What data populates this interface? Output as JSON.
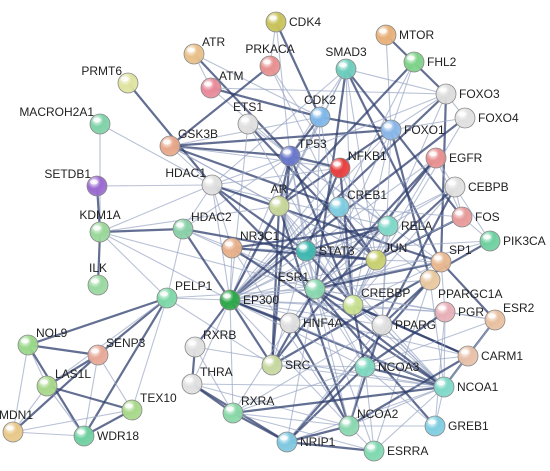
{
  "colors": {
    "edge": "#2f3f6e",
    "edge_light": "#9aa6c4",
    "label": "#222222",
    "background": "#ffffff"
  },
  "nodes": [
    {
      "id": "CDK4",
      "label": "CDK4",
      "color": "#c8c35a"
    },
    {
      "id": "MTOR",
      "label": "MTOR",
      "color": "#e8b07a"
    },
    {
      "id": "ATR",
      "label": "ATR",
      "color": "#e8c08a"
    },
    {
      "id": "PRKACA",
      "label": "PRKACA",
      "color": "#e89090"
    },
    {
      "id": "SMAD3",
      "label": "SMAD3",
      "color": "#6fcdbd"
    },
    {
      "id": "FHL2",
      "label": "FHL2",
      "color": "#7fd28a"
    },
    {
      "id": "PRMT6",
      "label": "PRMT6",
      "color": "#dfe3a0"
    },
    {
      "id": "ATM",
      "label": "ATM",
      "color": "#e88a9a"
    },
    {
      "id": "FOXO3",
      "label": "FOXO3",
      "color": "#dddddd"
    },
    {
      "id": "MACROH2A1",
      "label": "MACROH2A1",
      "color": "#7fd2a8"
    },
    {
      "id": "ETS1",
      "label": "ETS1",
      "color": "#e0e0e0"
    },
    {
      "id": "CDK2",
      "label": "CDK2",
      "color": "#7fb7e8"
    },
    {
      "id": "FOXO4",
      "label": "FOXO4",
      "color": "#e0e0e0"
    },
    {
      "id": "GSK3B",
      "label": "GSK3B",
      "color": "#e8a88a"
    },
    {
      "id": "FOXO1",
      "label": "FOXO1",
      "color": "#8ab7e8"
    },
    {
      "id": "TP53",
      "label": "TP53",
      "color": "#6a78cc"
    },
    {
      "id": "NFKB1",
      "label": "NFKB1",
      "color": "#e84040"
    },
    {
      "id": "EGFR",
      "label": "EGFR",
      "color": "#e89090"
    },
    {
      "id": "SETDB1",
      "label": "SETDB1",
      "color": "#9a6ad0"
    },
    {
      "id": "HDAC1",
      "label": "HDAC1",
      "color": "#e0e0e0"
    },
    {
      "id": "CEBPB",
      "label": "CEBPB",
      "color": "#e0e0e0"
    },
    {
      "id": "CREB1",
      "label": "CREB1",
      "color": "#7fcde0"
    },
    {
      "id": "AR",
      "label": "AR",
      "color": "#c8d89a"
    },
    {
      "id": "FOS",
      "label": "FOS",
      "color": "#e89a9a"
    },
    {
      "id": "KDM1A",
      "label": "KDM1A",
      "color": "#9ad89a"
    },
    {
      "id": "HDAC2",
      "label": "HDAC2",
      "color": "#8ad0a8"
    },
    {
      "id": "RELA",
      "label": "RELA",
      "color": "#7fd8c8"
    },
    {
      "id": "PIK3CA",
      "label": "PIK3CA",
      "color": "#6fd0a0"
    },
    {
      "id": "NR3C1",
      "label": "NR3C1",
      "color": "#e8b08a"
    },
    {
      "id": "STAT3",
      "label": "STAT3",
      "color": "#40b8b0"
    },
    {
      "id": "JUN",
      "label": "JUN",
      "color": "#c8d070"
    },
    {
      "id": "SP1",
      "label": "SP1",
      "color": "#e8b890"
    },
    {
      "id": "ILK",
      "label": "ILK",
      "color": "#9ad8a0"
    },
    {
      "id": "PPARGC1A",
      "label": "PPARGC1A",
      "color": "#e8c8a0"
    },
    {
      "id": "PELP1",
      "label": "PELP1",
      "color": "#7fd8a8"
    },
    {
      "id": "EP300",
      "label": "EP300",
      "color": "#2ea84a"
    },
    {
      "id": "ESR1",
      "label": "ESR1",
      "color": "#8ad8b0"
    },
    {
      "id": "CREBBP",
      "label": "CREBBP",
      "color": "#c8e090"
    },
    {
      "id": "PGR",
      "label": "PGR",
      "color": "#e8b0b8"
    },
    {
      "id": "ESR2",
      "label": "ESR2",
      "color": "#e8c0a0"
    },
    {
      "id": "NOL9",
      "label": "NOL9",
      "color": "#9ad88a"
    },
    {
      "id": "HNF4A",
      "label": "HNF4A",
      "color": "#e0e0e0"
    },
    {
      "id": "PPARG",
      "label": "PPARG",
      "color": "#e0e0e0"
    },
    {
      "id": "SENP3",
      "label": "SENP3",
      "color": "#e8a898"
    },
    {
      "id": "RXRB",
      "label": "RXRB",
      "color": "#e0e0e0"
    },
    {
      "id": "CARM1",
      "label": "CARM1",
      "color": "#e8c0a8"
    },
    {
      "id": "LAS1L",
      "label": "LAS1L",
      "color": "#a8d88a"
    },
    {
      "id": "SRC",
      "label": "SRC",
      "color": "#c8d8a0"
    },
    {
      "id": "NCOA3",
      "label": "NCOA3",
      "color": "#7fd8c0"
    },
    {
      "id": "THRA",
      "label": "THRA",
      "color": "#e0e0e0"
    },
    {
      "id": "NCOA1",
      "label": "NCOA1",
      "color": "#7fd8c8"
    },
    {
      "id": "TEX10",
      "label": "TEX10",
      "color": "#a8d88a"
    },
    {
      "id": "RXRA",
      "label": "RXRA",
      "color": "#8ad8a8"
    },
    {
      "id": "MDN1",
      "label": "MDN1",
      "color": "#e8c88a"
    },
    {
      "id": "WDR18",
      "label": "WDR18",
      "color": "#6fd0a0"
    },
    {
      "id": "GREB1",
      "label": "GREB1",
      "color": "#7fcde0"
    },
    {
      "id": "NCOA2",
      "label": "NCOA2",
      "color": "#8ad8b0"
    },
    {
      "id": "NRIP1",
      "label": "NRIP1",
      "color": "#7fc8e0"
    },
    {
      "id": "ESRRA",
      "label": "ESRRA",
      "color": "#7fd8b0"
    }
  ],
  "edges": [
    [
      "CDK4",
      "CDK2"
    ],
    [
      "CDK4",
      "TP53"
    ],
    [
      "CDK4",
      "PRKACA"
    ],
    [
      "MTOR",
      "FOXO3"
    ],
    [
      "MTOR",
      "FOXO1"
    ],
    [
      "ATR",
      "ATM"
    ],
    [
      "ATR",
      "TP53"
    ],
    [
      "ATR",
      "CDK2"
    ],
    [
      "ATM",
      "TP53"
    ],
    [
      "ATM",
      "CDK2"
    ],
    [
      "ATM",
      "FOXO3"
    ],
    [
      "PRKACA",
      "CREB1"
    ],
    [
      "PRKACA",
      "GSK3B"
    ],
    [
      "PRKACA",
      "NFKB1"
    ],
    [
      "SMAD3",
      "JUN"
    ],
    [
      "SMAD3",
      "FOS"
    ],
    [
      "SMAD3",
      "EP300"
    ],
    [
      "SMAD3",
      "CREBBP"
    ],
    [
      "SMAD3",
      "SP1"
    ],
    [
      "SMAD3",
      "TP53"
    ],
    [
      "SMAD3",
      "HDAC1"
    ],
    [
      "SMAD3",
      "ESR1"
    ],
    [
      "SMAD3",
      "AR"
    ],
    [
      "SMAD3",
      "FOXO3"
    ],
    [
      "FHL2",
      "AR"
    ],
    [
      "FHL2",
      "FOXO1"
    ],
    [
      "FHL2",
      "CREB1"
    ],
    [
      "PRMT6",
      "HDAC1"
    ],
    [
      "MACROH2A1",
      "HDAC1"
    ],
    [
      "MACROH2A1",
      "KDM1A"
    ],
    [
      "GSK3B",
      "TP53"
    ],
    [
      "GSK3B",
      "CDK2"
    ],
    [
      "GSK3B",
      "NFKB1"
    ],
    [
      "GSK3B",
      "CREB1"
    ],
    [
      "GSK3B",
      "AR"
    ],
    [
      "GSK3B",
      "JUN"
    ],
    [
      "GSK3B",
      "FOXO1"
    ],
    [
      "GSK3B",
      "HDAC1"
    ],
    [
      "ETS1",
      "EP300"
    ],
    [
      "ETS1",
      "JUN"
    ],
    [
      "ETS1",
      "CREBBP"
    ],
    [
      "ETS1",
      "TP53"
    ],
    [
      "CDK2",
      "TP53"
    ],
    [
      "CDK2",
      "ESR1"
    ],
    [
      "CDK2",
      "AR"
    ],
    [
      "CDK2",
      "FOXO1"
    ],
    [
      "CDK2",
      "CREBBP"
    ],
    [
      "FOXO3",
      "FOXO1"
    ],
    [
      "FOXO3",
      "EP300"
    ],
    [
      "FOXO3",
      "CREBBP"
    ],
    [
      "FOXO3",
      "TP53"
    ],
    [
      "FOXO3",
      "SP1"
    ],
    [
      "FOXO3",
      "FOXO4"
    ],
    [
      "FOXO4",
      "FOXO1"
    ],
    [
      "FOXO4",
      "EP300"
    ],
    [
      "FOXO4",
      "CREBBP"
    ],
    [
      "FOXO1",
      "EP300"
    ],
    [
      "FOXO1",
      "AR"
    ],
    [
      "FOXO1",
      "ESR1"
    ],
    [
      "FOXO1",
      "PPARG"
    ],
    [
      "FOXO1",
      "PPARGC1A"
    ],
    [
      "FOXO1",
      "CREBBP"
    ],
    [
      "TP53",
      "EP300"
    ],
    [
      "TP53",
      "CREBBP"
    ],
    [
      "TP53",
      "HDAC1"
    ],
    [
      "TP53",
      "JUN"
    ],
    [
      "TP53",
      "NFKB1"
    ],
    [
      "TP53",
      "STAT3"
    ],
    [
      "TP53",
      "ESR1"
    ],
    [
      "TP53",
      "AR"
    ],
    [
      "TP53",
      "SP1"
    ],
    [
      "TP53",
      "HDAC2"
    ],
    [
      "TP53",
      "SRC"
    ],
    [
      "TP53",
      "RELA"
    ],
    [
      "NFKB1",
      "RELA"
    ],
    [
      "NFKB1",
      "STAT3"
    ],
    [
      "NFKB1",
      "JUN"
    ],
    [
      "NFKB1",
      "EP300"
    ],
    [
      "NFKB1",
      "CREBBP"
    ],
    [
      "NFKB1",
      "HDAC1"
    ],
    [
      "EGFR",
      "STAT3"
    ],
    [
      "EGFR",
      "SRC"
    ],
    [
      "EGFR",
      "PIK3CA"
    ],
    [
      "EGFR",
      "JUN"
    ],
    [
      "EGFR",
      "ESR1"
    ],
    [
      "EGFR",
      "FOS"
    ],
    [
      "SETDB1",
      "HDAC1"
    ],
    [
      "SETDB1",
      "KDM1A"
    ],
    [
      "HDAC1",
      "HDAC2"
    ],
    [
      "HDAC1",
      "AR"
    ],
    [
      "HDAC1",
      "ESR1"
    ],
    [
      "HDAC1",
      "EP300"
    ],
    [
      "HDAC1",
      "RELA"
    ],
    [
      "HDAC1",
      "SP1"
    ],
    [
      "HDAC1",
      "NR3C1"
    ],
    [
      "HDAC1",
      "KDM1A"
    ],
    [
      "HDAC1",
      "STAT3"
    ],
    [
      "CEBPB",
      "EP300"
    ],
    [
      "CEBPB",
      "CREBBP"
    ],
    [
      "CEBPB",
      "JUN"
    ],
    [
      "CEBPB",
      "FOS"
    ],
    [
      "CEBPB",
      "RELA"
    ],
    [
      "CEBPB",
      "PPARG"
    ],
    [
      "CREB1",
      "CREBBP"
    ],
    [
      "CREB1",
      "EP300"
    ],
    [
      "CREB1",
      "JUN"
    ],
    [
      "CREB1",
      "FOS"
    ],
    [
      "CREB1",
      "PPARGC1A"
    ],
    [
      "AR",
      "EP300"
    ],
    [
      "AR",
      "CREBBP"
    ],
    [
      "AR",
      "NCOA1"
    ],
    [
      "AR",
      "NCOA2"
    ],
    [
      "AR",
      "NCOA3"
    ],
    [
      "AR",
      "ESR1"
    ],
    [
      "AR",
      "SRC"
    ],
    [
      "AR",
      "JUN"
    ],
    [
      "AR",
      "STAT3"
    ],
    [
      "FOS",
      "JUN"
    ],
    [
      "FOS",
      "ESR1"
    ],
    [
      "FOS",
      "PIK3CA"
    ],
    [
      "KDM1A",
      "HDAC2"
    ],
    [
      "KDM1A",
      "ESR1"
    ],
    [
      "KDM1A",
      "AR"
    ],
    [
      "KDM1A",
      "ILK"
    ],
    [
      "KDM1A",
      "PELP1"
    ],
    [
      "KDM1A",
      "EP300"
    ],
    [
      "HDAC2",
      "EP300"
    ],
    [
      "HDAC2",
      "NR3C1"
    ],
    [
      "HDAC2",
      "ESR1"
    ],
    [
      "HDAC2",
      "STAT3"
    ],
    [
      "RELA",
      "EP300"
    ],
    [
      "RELA",
      "CREBBP"
    ],
    [
      "RELA",
      "STAT3"
    ],
    [
      "RELA",
      "JUN"
    ],
    [
      "RELA",
      "ESR1"
    ],
    [
      "RELA",
      "NR3C1"
    ],
    [
      "RELA",
      "PPARG"
    ],
    [
      "PIK3CA",
      "ESR1"
    ],
    [
      "PIK3CA",
      "SRC"
    ],
    [
      "PIK3CA",
      "STAT3"
    ],
    [
      "NR3C1",
      "EP300"
    ],
    [
      "NR3C1",
      "NCOA1"
    ],
    [
      "NR3C1",
      "NCOA2"
    ],
    [
      "NR3C1",
      "STAT3"
    ],
    [
      "NR3C1",
      "JUN"
    ],
    [
      "NR3C1",
      "CREBBP"
    ],
    [
      "STAT3",
      "EP300"
    ],
    [
      "STAT3",
      "JUN"
    ],
    [
      "STAT3",
      "ESR1"
    ],
    [
      "STAT3",
      "SRC"
    ],
    [
      "STAT3",
      "CREBBP"
    ],
    [
      "STAT3",
      "NCOA1"
    ],
    [
      "JUN",
      "EP300"
    ],
    [
      "JUN",
      "ESR1"
    ],
    [
      "JUN",
      "SP1"
    ],
    [
      "JUN",
      "CREBBP"
    ],
    [
      "SP1",
      "ESR1"
    ],
    [
      "SP1",
      "EP300"
    ],
    [
      "SP1",
      "PGR"
    ],
    [
      "SP1",
      "ESR2"
    ],
    [
      "SP1",
      "CREBBP"
    ],
    [
      "PPARGC1A",
      "ESRRA"
    ],
    [
      "PPARGC1A",
      "PPARG"
    ],
    [
      "PPARGC1A",
      "NCOA1"
    ],
    [
      "PPARGC1A",
      "ESR1"
    ],
    [
      "PPARGC1A",
      "NRIP1"
    ],
    [
      "PELP1",
      "ESR1"
    ],
    [
      "PELP1",
      "EP300"
    ],
    [
      "PELP1",
      "SENP3"
    ],
    [
      "PELP1",
      "TEX10"
    ],
    [
      "PELP1",
      "LAS1L"
    ],
    [
      "PELP1",
      "WDR18"
    ],
    [
      "PELP1",
      "SRC"
    ],
    [
      "PELP1",
      "HDAC2"
    ],
    [
      "PELP1",
      "NOL9"
    ],
    [
      "EP300",
      "ESR1"
    ],
    [
      "EP300",
      "CREBBP"
    ],
    [
      "EP300",
      "NCOA1"
    ],
    [
      "EP300",
      "NCOA2"
    ],
    [
      "EP300",
      "NCOA3"
    ],
    [
      "EP300",
      "HNF4A"
    ],
    [
      "EP300",
      "PPARG"
    ],
    [
      "EP300",
      "RXRA"
    ],
    [
      "EP300",
      "RXRB"
    ],
    [
      "EP300",
      "THRA"
    ],
    [
      "EP300",
      "CARM1"
    ],
    [
      "EP300",
      "SRC"
    ],
    [
      "EP300",
      "PGR"
    ],
    [
      "ESR1",
      "CREBBP"
    ],
    [
      "ESR1",
      "NCOA1"
    ],
    [
      "ESR1",
      "NCOA2"
    ],
    [
      "ESR1",
      "NCOA3"
    ],
    [
      "ESR1",
      "GREB1"
    ],
    [
      "ESR1",
      "NRIP1"
    ],
    [
      "ESR1",
      "ESRRA"
    ],
    [
      "ESR1",
      "CARM1"
    ],
    [
      "ESR1",
      "PGR"
    ],
    [
      "ESR1",
      "ESR2"
    ],
    [
      "ESR1",
      "SRC"
    ],
    [
      "ESR1",
      "HNF4A"
    ],
    [
      "CREBBP",
      "NCOA1"
    ],
    [
      "CREBBP",
      "NCOA3"
    ],
    [
      "CREBBP",
      "PPARG"
    ],
    [
      "CREBBP",
      "HNF4A"
    ],
    [
      "CREBBP",
      "CARM1"
    ],
    [
      "CREBBP",
      "PGR"
    ],
    [
      "PGR",
      "NCOA1"
    ],
    [
      "PGR",
      "NCOA3"
    ],
    [
      "PGR",
      "ESR2"
    ],
    [
      "PGR",
      "GREB1"
    ],
    [
      "ESR2",
      "NCOA1"
    ],
    [
      "ESR2",
      "CARM1"
    ],
    [
      "ESR2",
      "NCOA3"
    ],
    [
      "NOL9",
      "SENP3"
    ],
    [
      "NOL9",
      "LAS1L"
    ],
    [
      "NOL9",
      "MDN1"
    ],
    [
      "NOL9",
      "WDR18"
    ],
    [
      "HNF4A",
      "NCOA1"
    ],
    [
      "HNF4A",
      "RXRA"
    ],
    [
      "HNF4A",
      "NCOA2"
    ],
    [
      "PPARG",
      "RXRA"
    ],
    [
      "PPARG",
      "NCOA1"
    ],
    [
      "PPARG",
      "NCOA2"
    ],
    [
      "PPARG",
      "NCOA3"
    ],
    [
      "PPARG",
      "NRIP1"
    ],
    [
      "SENP3",
      "LAS1L"
    ],
    [
      "SENP3",
      "WDR18"
    ],
    [
      "SENP3",
      "TEX10"
    ],
    [
      "SENP3",
      "MDN1"
    ],
    [
      "RXRB",
      "RXRA"
    ],
    [
      "RXRB",
      "NCOA1"
    ],
    [
      "RXRB",
      "THRA"
    ],
    [
      "CARM1",
      "NCOA3"
    ],
    [
      "CARM1",
      "NCOA1"
    ],
    [
      "CARM1",
      "NCOA2"
    ],
    [
      "LAS1L",
      "MDN1"
    ],
    [
      "LAS1L",
      "WDR18"
    ],
    [
      "LAS1L",
      "TEX10"
    ],
    [
      "SRC",
      "NCOA3"
    ],
    [
      "SRC",
      "NCOA1"
    ],
    [
      "NCOA3",
      "NCOA1"
    ],
    [
      "NCOA3",
      "NCOA2"
    ],
    [
      "NCOA3",
      "RXRA"
    ],
    [
      "NCOA3",
      "NRIP1"
    ],
    [
      "NCOA3",
      "GREB1"
    ],
    [
      "NCOA3",
      "ESRRA"
    ],
    [
      "THRA",
      "RXRA"
    ],
    [
      "THRA",
      "NCOA1"
    ],
    [
      "THRA",
      "NCOA2"
    ],
    [
      "THRA",
      "NRIP1"
    ],
    [
      "NCOA1",
      "NCOA2"
    ],
    [
      "NCOA1",
      "GREB1"
    ],
    [
      "NCOA1",
      "RXRA"
    ],
    [
      "NCOA1",
      "ESRRA"
    ],
    [
      "NCOA1",
      "NRIP1"
    ],
    [
      "TEX10",
      "WDR18"
    ],
    [
      "TEX10",
      "MDN1"
    ],
    [
      "RXRA",
      "NCOA2"
    ],
    [
      "RXRA",
      "NRIP1"
    ],
    [
      "RXRA",
      "ESRRA"
    ],
    [
      "MDN1",
      "WDR18"
    ],
    [
      "NCOA2",
      "NRIP1"
    ],
    [
      "NCOA2",
      "ESRRA"
    ],
    [
      "NCOA2",
      "GREB1"
    ],
    [
      "NRIP1",
      "ESRRA"
    ]
  ]
}
